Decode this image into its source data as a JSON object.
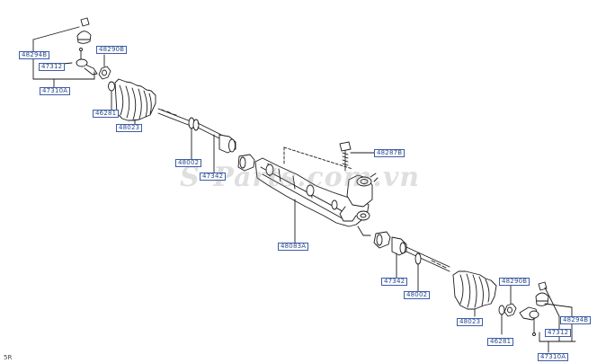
{
  "watermark": "S-Parts.com.vn",
  "corner_mark": "5R",
  "callouts": {
    "l_48294_upper": "48294B",
    "l_48290_upper": "48290B",
    "l_47312_upper": "47312",
    "l_47310_upper": "47310A",
    "l_46281_upper": "46281",
    "l_48023_upper": "48023",
    "l_48002_upper": "48002",
    "l_47342_upper": "47342",
    "l_48287": "48287B",
    "l_48083": "48083A",
    "l_47342_lower": "47342",
    "l_48002_lower": "48002",
    "l_48290_lower": "48290B",
    "l_48023_lower": "48023",
    "l_48294_lower": "48294B",
    "l_47312_lower": "47312",
    "l_46281_lower": "46281",
    "l_47310_lower": "47310A"
  },
  "colors": {
    "line": "#1a1a1a",
    "label_border": "#3d5da6",
    "label_text": "#2a4a8c"
  }
}
